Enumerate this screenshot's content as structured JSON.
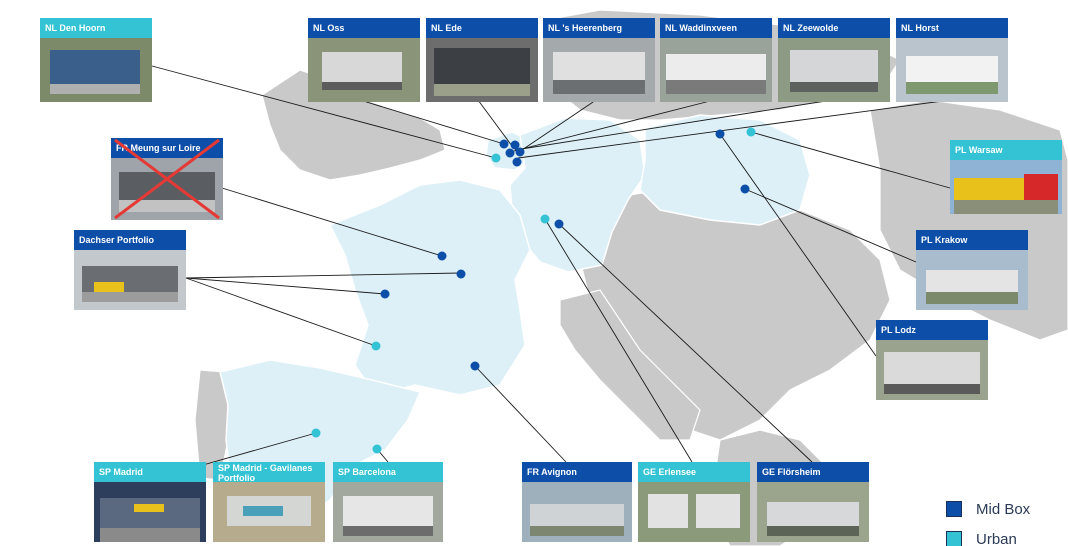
{
  "colors": {
    "mid_box": "#0d4fa8",
    "urban": "#33c3d4",
    "highlight_country": "#ddf0f7",
    "other_country": "#c9c9c9"
  },
  "legend": {
    "mid_box": "Mid Box",
    "urban": "Urban"
  },
  "cards": {
    "nl_den_hoorn": {
      "label": "NL Den Hoorn",
      "category": "urban"
    },
    "nl_oss": {
      "label": "NL Oss",
      "category": "mid"
    },
    "nl_ede": {
      "label": "NL Ede",
      "category": "mid"
    },
    "nl_heerenberg": {
      "label": "NL 's Heerenberg",
      "category": "mid"
    },
    "nl_waddinxveen": {
      "label": "NL Waddinxveen",
      "category": "mid"
    },
    "nl_zeewolde": {
      "label": "NL Zeewolde",
      "category": "mid"
    },
    "nl_horst": {
      "label": "NL Horst",
      "category": "mid"
    },
    "fr_meung": {
      "label": "FR Meung sur Loire",
      "category": "mid",
      "crossed_out": true
    },
    "dachser": {
      "label": "Dachser Portfolio",
      "category": "mid"
    },
    "pl_warsaw": {
      "label": "PL Warsaw",
      "category": "urban"
    },
    "pl_krakow": {
      "label": "PL Krakow",
      "category": "mid"
    },
    "pl_lodz": {
      "label": "PL Lodz",
      "category": "mid"
    },
    "sp_madrid": {
      "label": "SP Madrid",
      "category": "urban"
    },
    "sp_gavilanes": {
      "label": "SP Madrid - Gavilanes Portfolio",
      "category": "urban"
    },
    "sp_barcelona": {
      "label": "SP Barcelona",
      "category": "urban"
    },
    "fr_avignon": {
      "label": "FR Avignon",
      "category": "mid"
    },
    "ge_erlensee": {
      "label": "GE Erlensee",
      "category": "urban"
    },
    "ge_florsheim": {
      "label": "GE Flörsheim",
      "category": "mid"
    }
  }
}
